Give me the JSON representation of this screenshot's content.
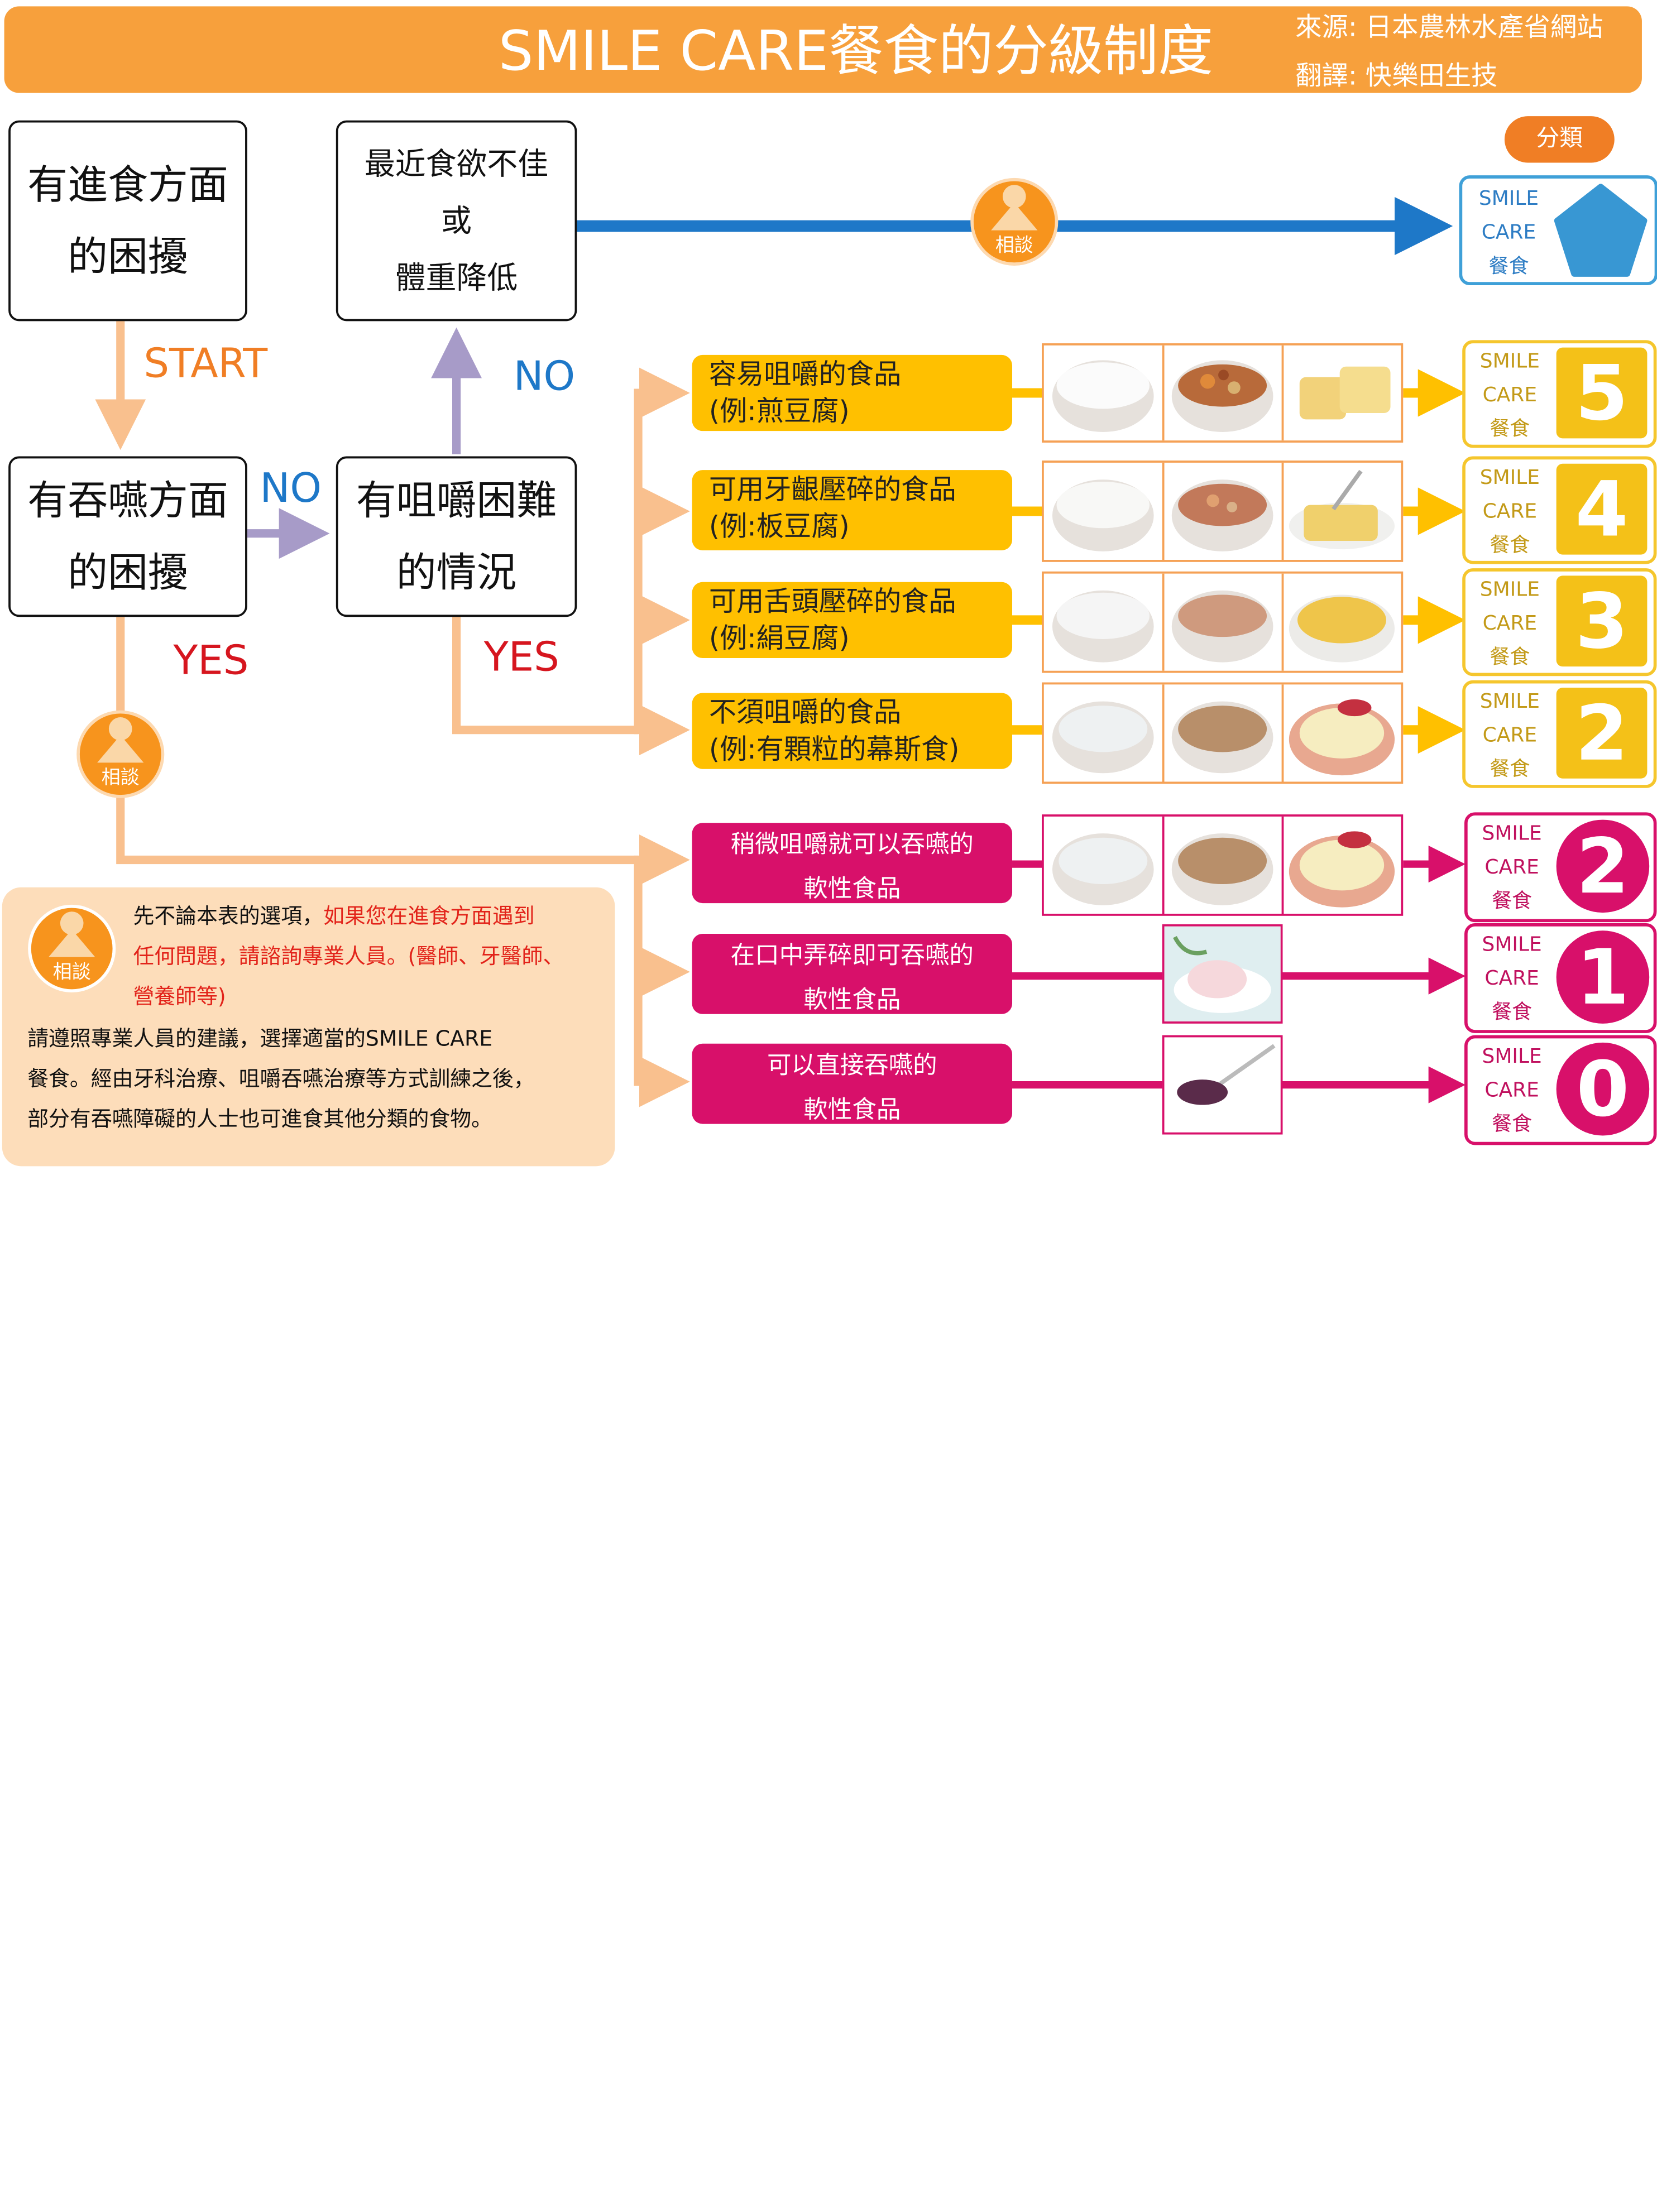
{
  "header": {
    "title": "SMILE CARE餐食的分級制度",
    "source": "來源: 日本農林水產省網站",
    "translation": "翻譯: 快樂田生技"
  },
  "flow": {
    "box_eating_line1": "有進食方面",
    "box_eating_line2": "的困擾",
    "box_appetite_line1": "最近食欲不佳",
    "box_appetite_line2": "或",
    "box_appetite_line3": "體重降低",
    "box_swallow_line1": "有吞嚥方面",
    "box_swallow_line2": "的困擾",
    "box_chew_line1": "有咀嚼困難",
    "box_chew_line2": "的情況",
    "start_label": "START",
    "no_label": "NO",
    "yes_label": "YES",
    "consult_label": "相談"
  },
  "categories": {
    "heading": "分類",
    "smile": "SMILE",
    "care": "CARE",
    "meal": "餐食"
  },
  "yellow_levels": [
    {
      "line1": "容易咀嚼的食品",
      "line2": "(例:煎豆腐)",
      "number": "5"
    },
    {
      "line1": "可用牙齦壓碎的食品",
      "line2": "(例:板豆腐)",
      "number": "4"
    },
    {
      "line1": "可用舌頭壓碎的食品",
      "line2": "(例:絹豆腐)",
      "number": "3"
    },
    {
      "line1": "不須咀嚼的食品",
      "line2": "(例:有顆粒的幕斯食)",
      "number": "2"
    }
  ],
  "magenta_levels": [
    {
      "line1": "稍微咀嚼就可以吞嚥的",
      "line2": "軟性食品",
      "number": "2"
    },
    {
      "line1": "在口中弄碎即可吞嚥的",
      "line2": "軟性食品",
      "number": "1"
    },
    {
      "line1": "可以直接吞嚥的",
      "line2": "軟性食品",
      "number": "0"
    }
  ],
  "note": {
    "p1_black": "先不論本表的選項，",
    "p1_red_a": "如果您在進食方面遇到",
    "p1_red_b": "任何問題，請諮詢專業人員。(醫師、牙醫師、",
    "p1_red_c": "營養師等)",
    "p2_line1": "請遵照專業人員的建議，選擇適當的SMILE CARE",
    "p2_line2": "餐食。經由牙科治療、咀嚼吞嚥治療等方式訓練之後，",
    "p2_line3": "部分有吞嚥障礙的人士也可進食其他分類的食物。"
  },
  "colors": {
    "header": "#F7A03C",
    "blue": "#1E78C8",
    "yellow": "#FFC000",
    "magenta": "#D8106A",
    "peach_arrow": "#F9C08E",
    "lavender_arrow": "#A79BC8",
    "consult_orange": "#F7941D",
    "note_bg": "#FDDDBA"
  },
  "icons": [
    "consult-person-icon",
    "pentagon-icon",
    "food-photo"
  ]
}
